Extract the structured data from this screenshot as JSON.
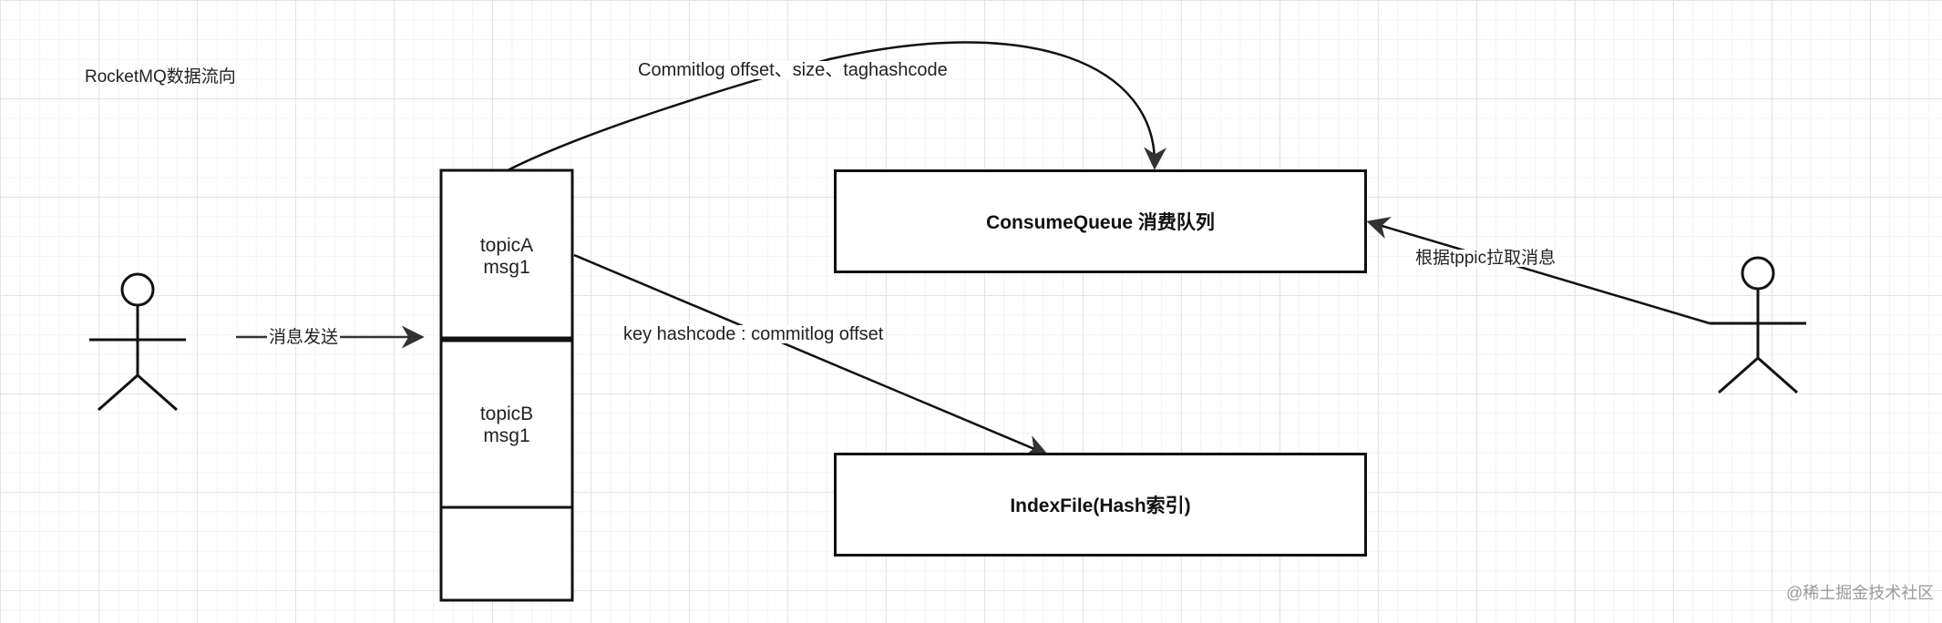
{
  "title": "RocketMQ数据流向",
  "commitlog": {
    "cells": [
      {
        "line1": "topicA",
        "line2": "msg1"
      },
      {
        "line1": "topicB",
        "line2": "msg1"
      },
      {
        "line1": "",
        "line2": ""
      }
    ]
  },
  "consume_queue": {
    "label": "ConsumeQueue 消费队列"
  },
  "index_file": {
    "label": "IndexFile(Hash索引)"
  },
  "edges": {
    "send": "消息发送",
    "to_consume_queue": "Commitlog offset、size、taghashcode",
    "to_index_file": "key hashcode : commitlog offset",
    "pull": "根据tppic拉取消息"
  },
  "watermark": "@稀土掘金技术社区",
  "colors": {
    "stroke": "#111111",
    "arrow": "#333333",
    "grid": "#e4e4e4",
    "watermark": "#9a9a9a"
  }
}
